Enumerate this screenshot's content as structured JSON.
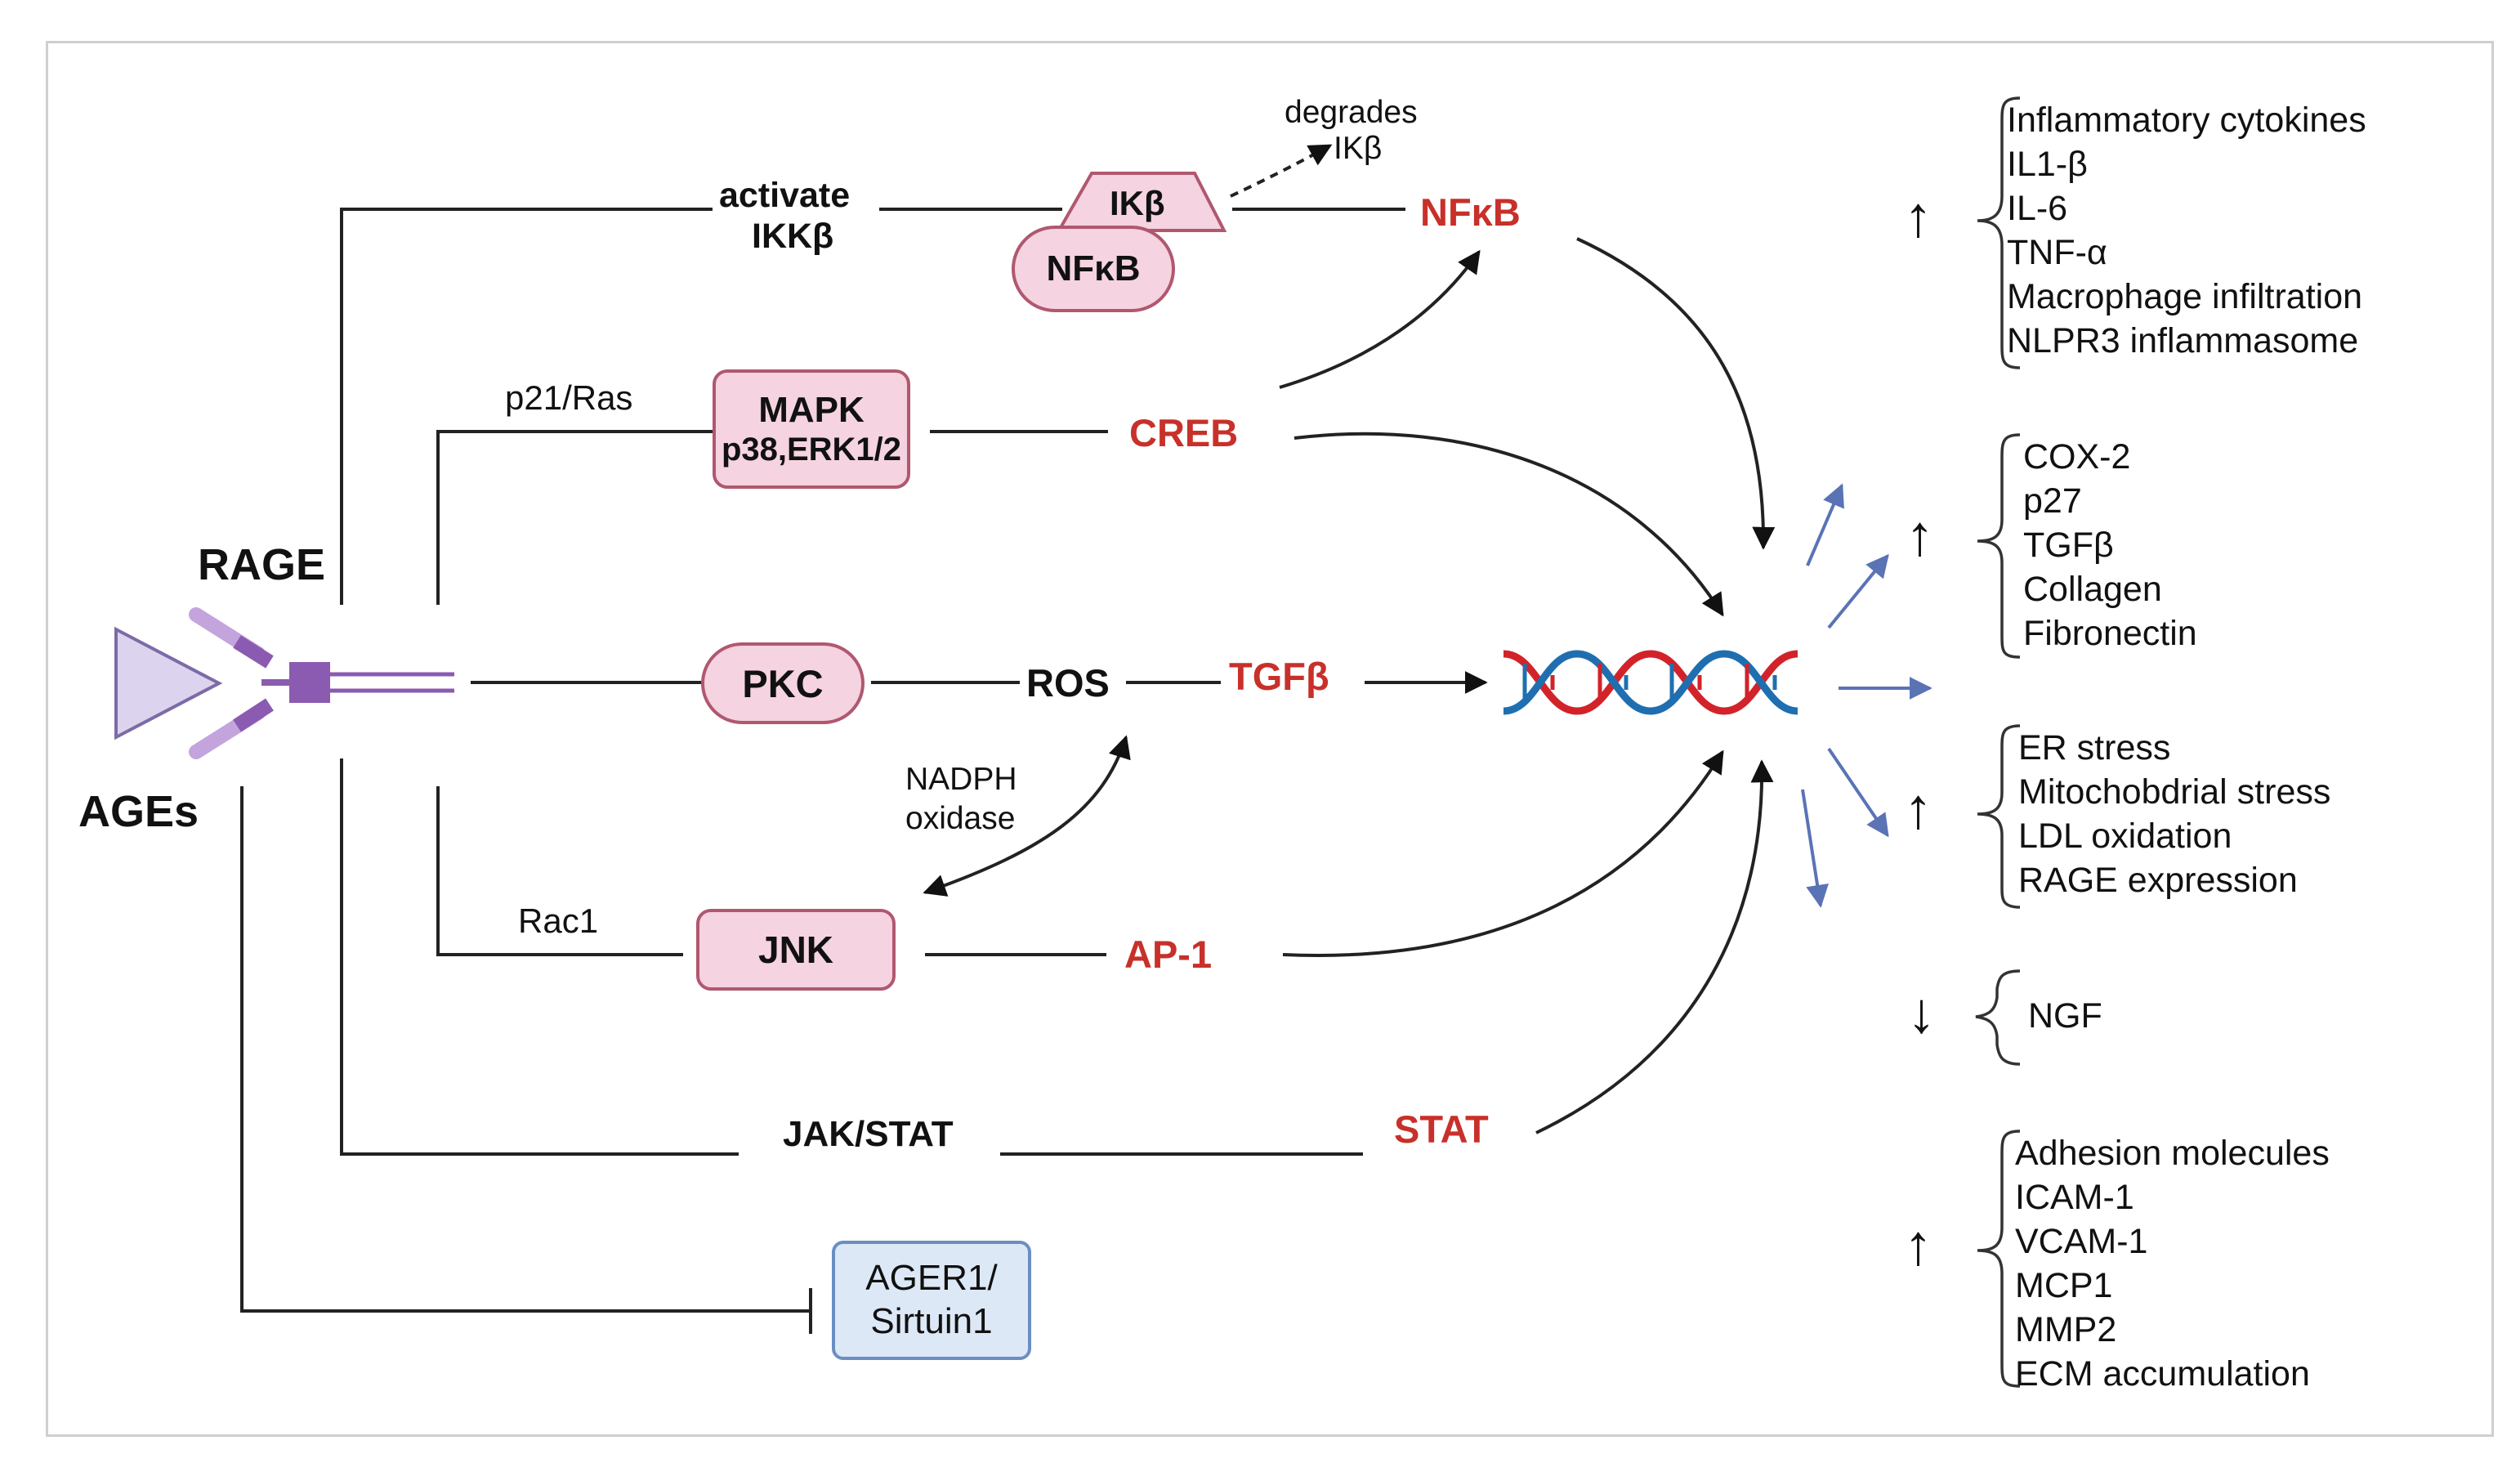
{
  "labels": {
    "rage": "RAGE",
    "ages": "AGEs",
    "activate": "activate",
    "ikkb": "IKKβ",
    "ikb": "IKβ",
    "nfkb_box": "NFκB",
    "degrades": "degrades",
    "degrades_ikb": "IKβ",
    "nfkb": "NFκB",
    "p21ras": "p21/Ras",
    "mapk": "MAPK",
    "mapk_sub": "p38,ERK1/2",
    "creb": "CREB",
    "pkc": "PKC",
    "ros": "ROS",
    "tgfb": "TGFβ",
    "nadph1": "NADPH",
    "nadph2": "oxidase",
    "rac1": "Rac1",
    "jnk": "JNK",
    "ap1": "AP-1",
    "jakstat": "JAK/STAT",
    "stat": "STAT",
    "ager1": "AGER1/",
    "sirtuin1": "Sirtuin1"
  },
  "outputs": [
    {
      "direction": "↑",
      "items": [
        "Inflammatory  cytokines",
        "IL1-β",
        "IL-6",
        "TNF-α",
        "Macrophage infiltration",
        "NLPR3 inflammasome"
      ]
    },
    {
      "direction": "↑",
      "items": [
        "COX-2",
        "p27",
        "TGFβ",
        "Collagen",
        "Fibronectin"
      ]
    },
    {
      "direction": "↑",
      "items": [
        "ER stress",
        "Mitochobdrial stress",
        "LDL oxidation",
        "RAGE expression"
      ]
    },
    {
      "direction": "↓",
      "items": [
        "NGF"
      ]
    },
    {
      "direction": "↑",
      "items": [
        "Adhesion molecules",
        "ICAM-1",
        "VCAM-1",
        "MCP1",
        "MMP2",
        "ECM accumulation"
      ]
    }
  ],
  "colors": {
    "tf_red": "#c8302a",
    "pill_fill": "#f5d3e0",
    "pill_border": "#b0586f",
    "receptor_purple": "#8a5bb0",
    "dna_blue": "#1f6fb0",
    "dna_red": "#d2232a",
    "ray_blue": "#5a73b5"
  }
}
